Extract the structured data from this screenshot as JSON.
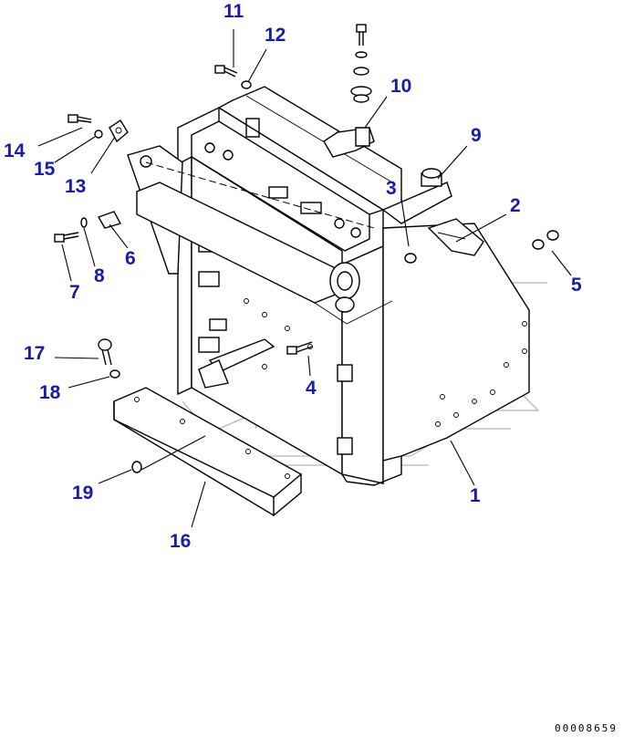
{
  "callouts": [
    {
      "id": "c1",
      "label": "1"
    },
    {
      "id": "c2",
      "label": "2"
    },
    {
      "id": "c3",
      "label": "3"
    },
    {
      "id": "c4",
      "label": "4"
    },
    {
      "id": "c5",
      "label": "5"
    },
    {
      "id": "c6",
      "label": "6"
    },
    {
      "id": "c7",
      "label": "7"
    },
    {
      "id": "c8",
      "label": "8"
    },
    {
      "id": "c9",
      "label": "9"
    },
    {
      "id": "c10",
      "label": "10"
    },
    {
      "id": "c11",
      "label": "11"
    },
    {
      "id": "c12",
      "label": "12"
    },
    {
      "id": "c13",
      "label": "13"
    },
    {
      "id": "c14",
      "label": "14"
    },
    {
      "id": "c15",
      "label": "15"
    },
    {
      "id": "c16",
      "label": "16"
    },
    {
      "id": "c17",
      "label": "17"
    },
    {
      "id": "c18",
      "label": "18"
    },
    {
      "id": "c19",
      "label": "19"
    }
  ],
  "drawing_code": "00008659",
  "colors": {
    "callout": "#1a1aa8",
    "line": "#000000",
    "watermark": "#b8b8b8"
  }
}
